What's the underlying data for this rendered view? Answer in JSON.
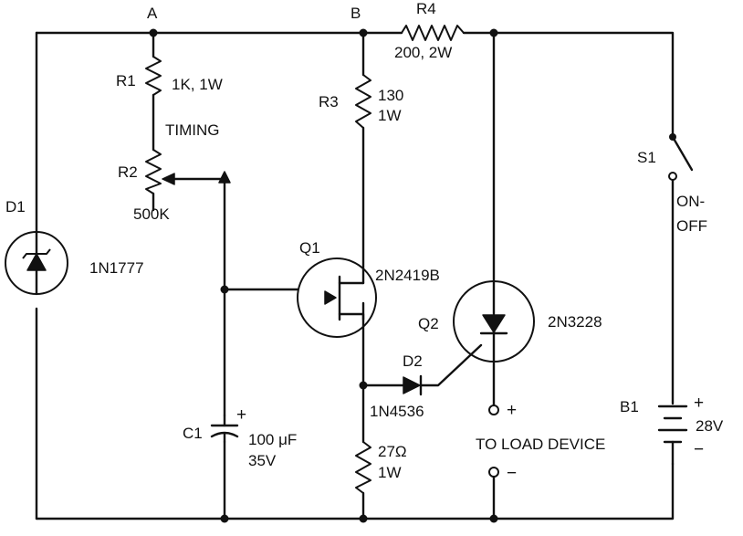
{
  "nodes": {
    "a": "A",
    "b": "B"
  },
  "r1": {
    "ref": "R1",
    "value": "1K, 1W"
  },
  "timing": "TIMING",
  "r2": {
    "ref": "R2",
    "value": "500K"
  },
  "d1": {
    "ref": "D1",
    "part": "1N1777"
  },
  "q1": {
    "ref": "Q1",
    "part": "2N2419B"
  },
  "r3": {
    "ref": "R3",
    "value_line1": "130",
    "value_line2": "1W"
  },
  "r4": {
    "ref": "R4",
    "value": "200, 2W"
  },
  "q2": {
    "ref": "Q2",
    "part": "2N3228"
  },
  "d2": {
    "ref": "D2",
    "part": "1N4536"
  },
  "c1": {
    "ref": "C1",
    "plus": "+",
    "value_line1": "100 μF",
    "value_line2": "35V"
  },
  "r5": {
    "value_line1": "27Ω",
    "value_line2": "1W"
  },
  "load": {
    "label": "TO LOAD DEVICE",
    "plus": "+",
    "minus": "−"
  },
  "s1": {
    "ref": "S1",
    "label_line1": "ON-",
    "label_line2": "OFF"
  },
  "b1": {
    "ref": "B1",
    "plus": "+",
    "value": "28V",
    "minus": "−"
  }
}
